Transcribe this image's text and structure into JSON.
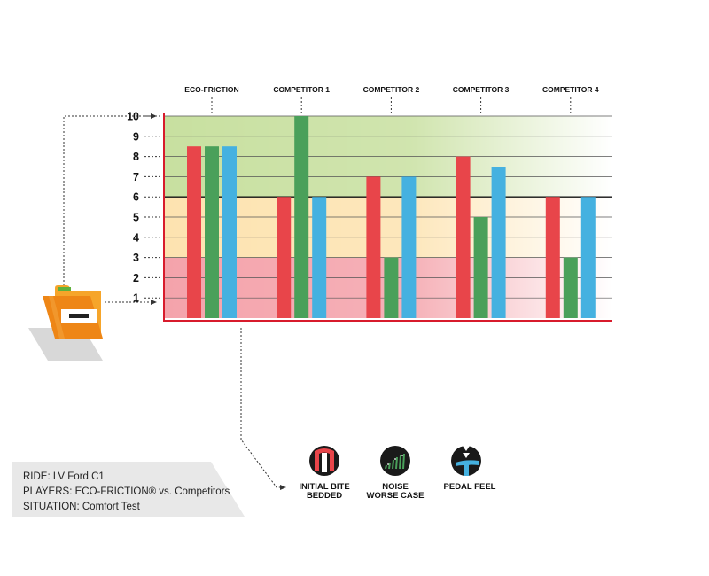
{
  "chart_data": {
    "type": "bar",
    "categories": [
      "ECO-FRICTION",
      "COMPETITOR 1",
      "COMPETITOR 2",
      "COMPETITOR 3",
      "COMPETITOR 4"
    ],
    "series": [
      {
        "name": "INITIAL BITE BEDDED",
        "color": "#e8454a",
        "values": [
          8.5,
          6,
          7,
          8,
          6
        ]
      },
      {
        "name": "NOISE WORSE CASE",
        "color": "#4aa05a",
        "values": [
          8.5,
          10,
          3,
          5,
          3
        ]
      },
      {
        "name": "PEDAL FEEL",
        "color": "#45b1e0",
        "values": [
          8.5,
          6,
          7,
          7.5,
          6
        ]
      }
    ],
    "yticks": [
      1,
      2,
      3,
      4,
      5,
      6,
      7,
      8,
      9,
      10
    ],
    "ylim": [
      0,
      10
    ],
    "bands": [
      {
        "from": 0,
        "to": 3,
        "color": "#f4a3ab"
      },
      {
        "from": 3,
        "to": 6,
        "color": "#fde3b0"
      },
      {
        "from": 6,
        "to": 10,
        "color": "#c8e0a0"
      }
    ],
    "threshold": 6,
    "grid": true,
    "legend_position": "bottom-center"
  },
  "legend": {
    "items": [
      {
        "line1": "INITIAL BITE",
        "line2": "BEDDED",
        "icon": "brake-caliper-icon"
      },
      {
        "line1": "NOISE",
        "line2": "WORSE CASE",
        "icon": "noise-icon"
      },
      {
        "line1": "PEDAL FEEL",
        "line2": "",
        "icon": "pedal-icon"
      }
    ]
  },
  "info": {
    "ride": "RIDE: LV Ford C1",
    "players": "PLAYERS: ECO-FRICTION® vs. Competitors",
    "situation": "SITUATION: Comfort Test"
  },
  "colors": {
    "axis": "#d81b2c",
    "folder": "#f39a1f"
  },
  "icons": {
    "folder": "folder-icon"
  }
}
